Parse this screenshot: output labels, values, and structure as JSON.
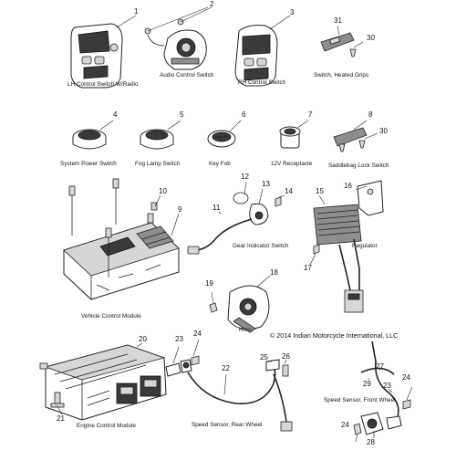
{
  "diagram": {
    "parts": [
      {
        "id": "lh-switch",
        "caption": "LH Control Switch W/Radio",
        "callouts": [
          "1"
        ]
      },
      {
        "id": "audio-switch",
        "caption": "Audio Control Switch",
        "callouts": [
          "2"
        ]
      },
      {
        "id": "rh-switch",
        "caption": "RH Control Switch",
        "callouts": [
          "3"
        ]
      },
      {
        "id": "heated-grips",
        "caption": "Switch, Heated Grips",
        "callouts": [
          "31",
          "30"
        ]
      },
      {
        "id": "power-switch",
        "caption": "System Power Switch",
        "callouts": [
          "4"
        ]
      },
      {
        "id": "fog-switch",
        "caption": "Fog Lamp Switch",
        "callouts": [
          "5"
        ]
      },
      {
        "id": "key-fob",
        "caption": "Key Fob",
        "callouts": [
          "6"
        ]
      },
      {
        "id": "receptacle",
        "caption": "12V Receptacle",
        "callouts": [
          "7"
        ]
      },
      {
        "id": "saddlebag-lock",
        "caption": "Saddlebag Lock Switch",
        "callouts": [
          "8",
          "30"
        ]
      },
      {
        "id": "vcm",
        "caption": "Vehicle Control Module",
        "callouts": [
          "10",
          "9"
        ]
      },
      {
        "id": "gear-indicator",
        "caption": "Gear Indicator Switch",
        "callouts": [
          "12",
          "13",
          "11",
          "14"
        ]
      },
      {
        "id": "regulator",
        "caption": "Regulator",
        "callouts": [
          "15",
          "16",
          "17"
        ]
      },
      {
        "id": "horn",
        "caption": "Horn",
        "callouts": [
          "19",
          "18"
        ]
      },
      {
        "id": "ecm",
        "caption": "Engine Control Module",
        "callouts": [
          "20",
          "21"
        ]
      },
      {
        "id": "rear-sensor",
        "caption": "Speed Sensor, Rear Wheel",
        "callouts": [
          "23",
          "24",
          "22",
          "25",
          "26"
        ]
      },
      {
        "id": "front-sensor",
        "caption": "Speed Sensor, Front Wheel",
        "callouts": [
          "29",
          "27",
          "23",
          "24",
          "24",
          "28"
        ]
      }
    ],
    "copyright": "© 2014 Indian Motorcycle International, LLC"
  }
}
